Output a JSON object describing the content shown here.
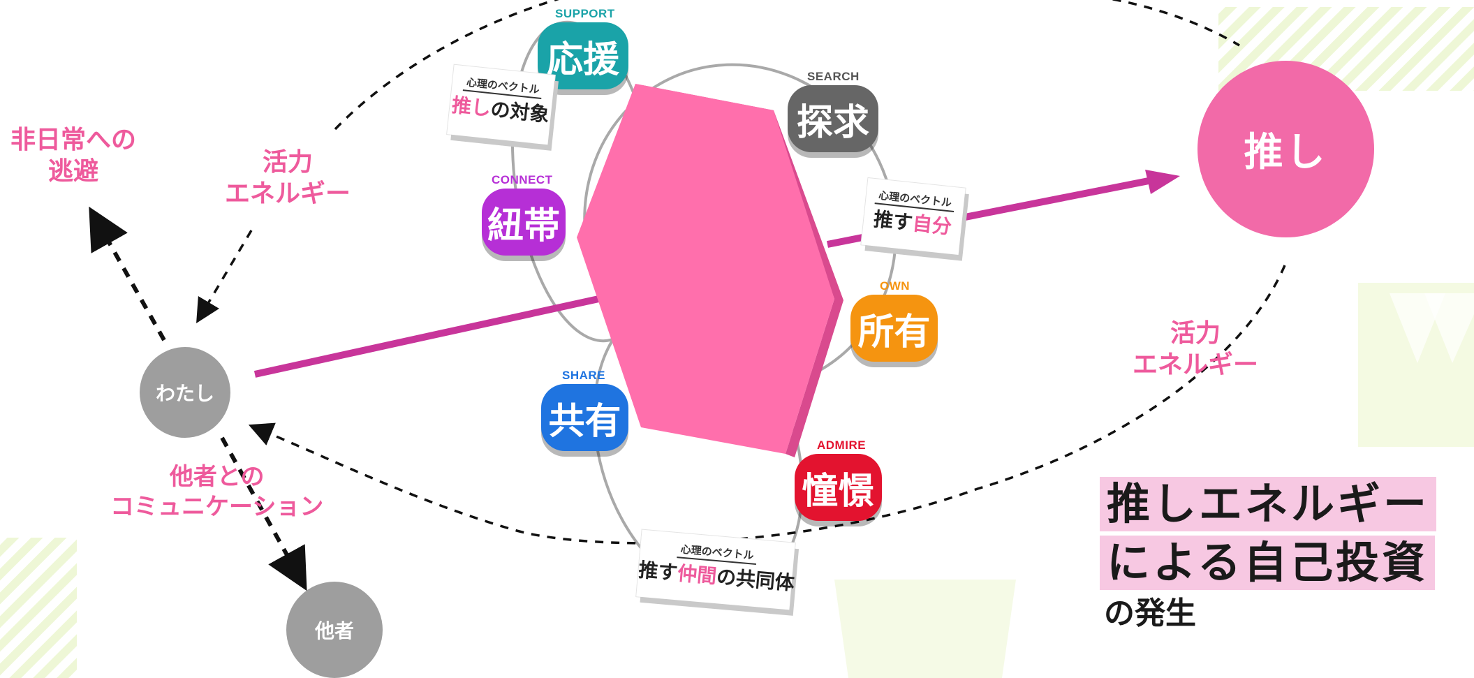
{
  "nodes": {
    "self": "わたし",
    "others": "他者",
    "oshi": "推し"
  },
  "labels": {
    "escape": [
      "非日常への",
      "逃避"
    ],
    "energy_left": [
      "活力",
      "エネルギー"
    ],
    "energy_right": [
      "活力",
      "エネルギー"
    ],
    "communication": [
      "他者との",
      "コミュニケーション"
    ]
  },
  "categories": [
    {
      "en": "SUPPORT",
      "ja": "応援",
      "color": "#1aa3a8"
    },
    {
      "en": "SEARCH",
      "ja": "探求",
      "color": "#666666"
    },
    {
      "en": "CONNECT",
      "ja": "紐帯",
      "color": "#b62fd6"
    },
    {
      "en": "OWN",
      "ja": "所有",
      "color": "#f59410"
    },
    {
      "en": "SHARE",
      "ja": "共有",
      "color": "#1f74e0"
    },
    {
      "en": "ADMIRE",
      "ja": "憧憬",
      "color": "#e3132f"
    }
  ],
  "vector_cards": [
    {
      "small": "心理のベクトル",
      "parts": [
        "推し",
        "の対象"
      ]
    },
    {
      "small": "心理のベクトル",
      "parts": [
        "推す",
        "自分"
      ]
    },
    {
      "small": "心理のベクトル",
      "parts": [
        "推す",
        "仲間",
        "の共同体"
      ]
    }
  ],
  "title": {
    "line1": "推しエネルギー",
    "line2": "による自己投資",
    "line3": "の発生"
  },
  "colors": {
    "accent_pink": "#ee5a9c",
    "hexagon": "#ff6fac",
    "arrow": "#c8359a",
    "gray_node": "#9e9e9e",
    "highlight": "#f7c8e2"
  }
}
